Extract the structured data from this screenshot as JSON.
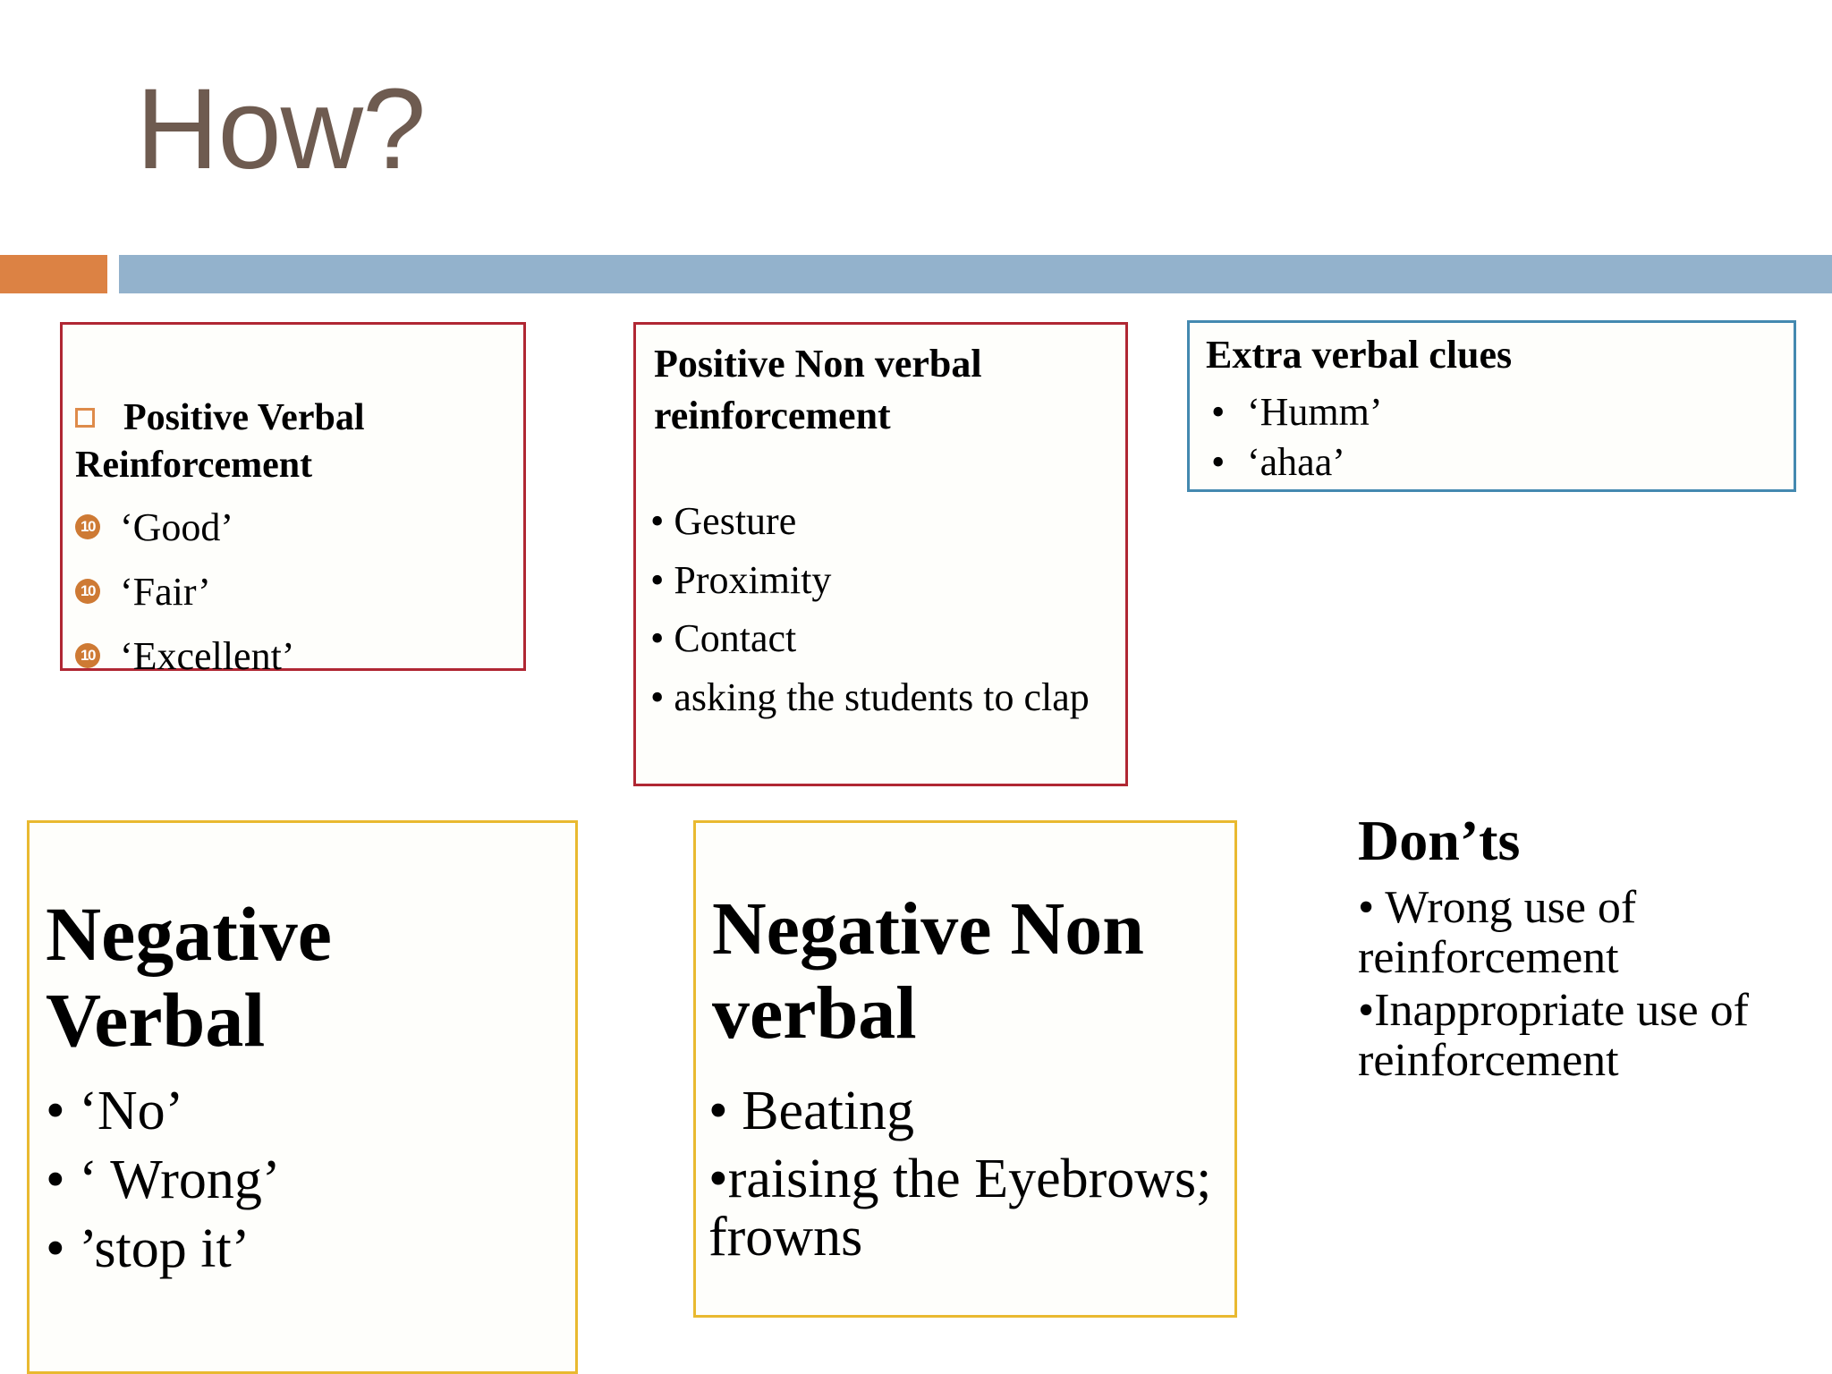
{
  "slide": {
    "title": "How?",
    "title_color": "#6E5B50",
    "accent_orange": "#DC8244",
    "accent_blue": "#93B2CC",
    "border_red": "#B02733",
    "border_blue": "#4489B0",
    "border_gold": "#E9B930",
    "bullet_orange": "#CE7A34"
  },
  "boxes": {
    "positive_verbal": {
      "heading": "Positive Verbal Reinforcement",
      "bullet_icon": "hollow-square-bullet",
      "items": [
        {
          "marker": "10",
          "text": "‘Good’"
        },
        {
          "marker": "10",
          "text": "‘Fair’"
        },
        {
          "marker": "10",
          "text": "‘Excellent’"
        }
      ]
    },
    "positive_nonverbal": {
      "heading": "Positive Non verbal reinforcement",
      "items": [
        "• Gesture",
        "• Proximity",
        "• Contact",
        "• asking the students to clap"
      ]
    },
    "extra_verbal_clues": {
      "heading": "Extra verbal clues",
      "items": [
        "‘Humm’",
        "‘ahaa’"
      ]
    },
    "negative_verbal": {
      "heading": "Negative Verbal",
      "items": [
        "• ‘No’",
        "• ‘ Wrong’",
        "• ’stop it’"
      ]
    },
    "negative_nonverbal": {
      "heading": "Negative Non verbal",
      "items": [
        "• Beating",
        "•raising the Eyebrows; frowns"
      ]
    },
    "donts": {
      "heading": "Don’ts",
      "items": [
        "• Wrong use of reinforcement",
        "•Inappropriate  use of  reinforcement"
      ]
    }
  }
}
